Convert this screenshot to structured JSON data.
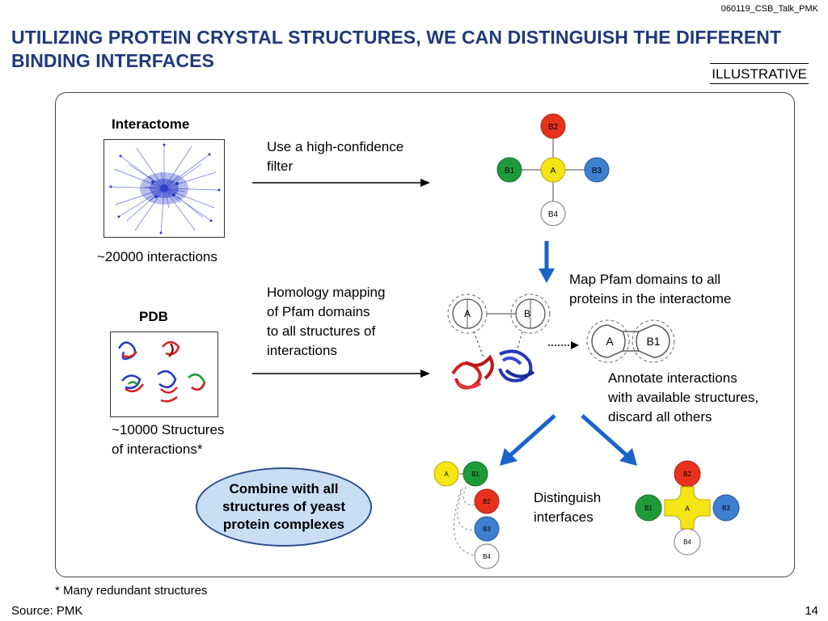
{
  "doc_id": "060119_CSB_Talk_PMK",
  "title": "UTILIZING PROTEIN CRYSTAL STRUCTURES, WE CAN DISTINGUISH THE DIFFERENT BINDING INTERFACES",
  "tag": "ILLUSTRATIVE",
  "interactome": {
    "heading": "Interactome",
    "count": "~20000 interactions"
  },
  "filter_step": {
    "line1": "Use a high-confidence",
    "line2": "filter"
  },
  "pdb": {
    "heading": "PDB",
    "count_line1": "~10000 Structures",
    "count_line2": "of interactions*"
  },
  "homology_step": {
    "line1": "Homology mapping",
    "line2": "of Pfam domains",
    "line3": "to all structures of",
    "line4": "interactions"
  },
  "map_step": {
    "line1": "Map Pfam domains to all",
    "line2": "proteins in the interactome"
  },
  "annotate_step": {
    "line1": "Annotate interactions",
    "line2": "with available structures,",
    "line3": "discard all others"
  },
  "distinguish": {
    "line1": "Distinguish",
    "line2": "interfaces"
  },
  "combine": {
    "line1": "Combine with all",
    "line2": "structures of yeast",
    "line3": "protein complexes"
  },
  "node_labels": {
    "a": "A",
    "b1": "B1",
    "b2": "B2",
    "b3": "B3",
    "b4": "B4"
  },
  "colors": {
    "title": "#1f3a7a",
    "node_red": "#e8321e",
    "node_green": "#1f9a3a",
    "node_yellow": "#f5e514",
    "node_blue": "#3f7fd0",
    "node_white": "#ffffff",
    "arrow_blue": "#1a64c8",
    "oval_fill": "#c9ddf4"
  },
  "footnote": "* Many redundant structures",
  "source": "Source: PMK",
  "page_number": "14"
}
